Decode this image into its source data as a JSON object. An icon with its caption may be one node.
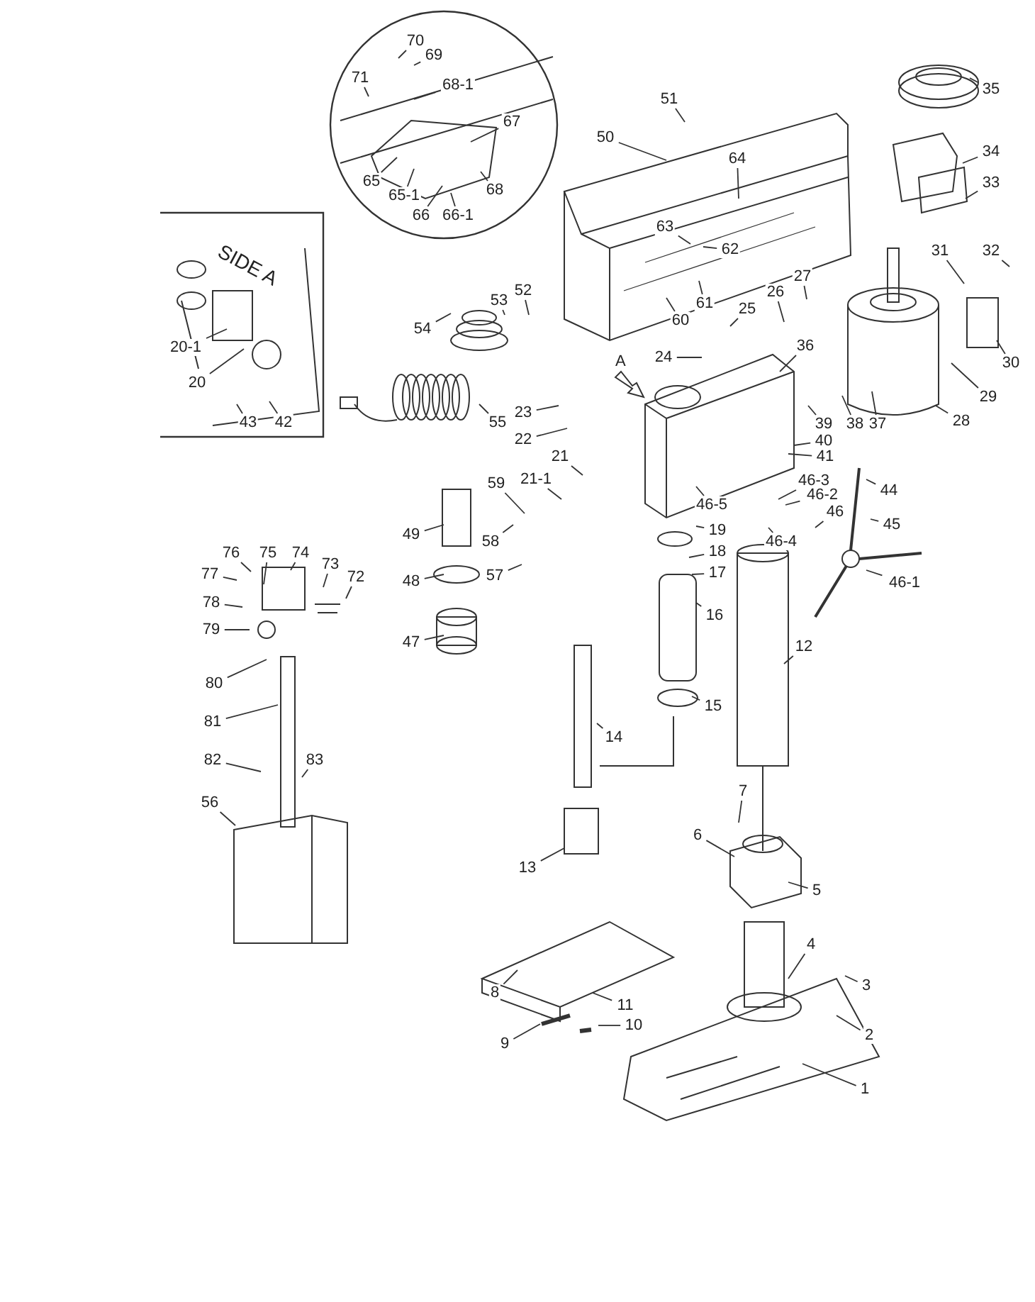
{
  "diagram": {
    "nodes": [
      {
        "text": [
          "70"
        ]
      },
      {
        "text": [
          "69"
        ]
      },
      {
        "text": [
          "71"
        ]
      },
      {
        "text": [
          "68-1"
        ]
      },
      {
        "text": [
          "67"
        ]
      },
      {
        "text": [
          "65"
        ]
      },
      {
        "text": [
          "65-1"
        ]
      },
      {
        "text": [
          "66"
        ]
      },
      {
        "text": [
          "66-1"
        ]
      },
      {
        "text": [
          "68"
        ]
      },
      {
        "text": [
          "51"
        ]
      },
      {
        "text": [
          "50"
        ]
      },
      {
        "text": [
          "64"
        ]
      },
      {
        "text": [
          "63"
        ]
      },
      {
        "text": [
          "62"
        ]
      },
      {
        "text": [
          "61"
        ]
      },
      {
        "text": [
          "60"
        ]
      },
      {
        "text": [
          "35"
        ]
      },
      {
        "text": [
          "34"
        ]
      },
      {
        "text": [
          "33"
        ]
      },
      {
        "text": [
          "32"
        ]
      },
      {
        "text": [
          "31"
        ]
      },
      {
        "text": [
          "30"
        ]
      },
      {
        "text": [
          "29"
        ]
      },
      {
        "text": [
          "28"
        ]
      },
      {
        "text": [
          "27"
        ]
      },
      {
        "text": [
          "26"
        ]
      },
      {
        "text": [
          "25"
        ]
      },
      {
        "text": [
          "24"
        ]
      },
      {
        "text": [
          "36"
        ]
      },
      {
        "text": [
          "37"
        ]
      },
      {
        "text": [
          "38"
        ]
      },
      {
        "text": [
          "39"
        ]
      },
      {
        "text": [
          "40"
        ]
      },
      {
        "text": [
          "41"
        ]
      },
      {
        "text": [
          "52"
        ]
      },
      {
        "text": [
          "53"
        ]
      },
      {
        "text": [
          "54"
        ]
      },
      {
        "text": [
          "55"
        ]
      },
      {
        "text": [
          "20-1"
        ]
      },
      {
        "text": [
          "20"
        ]
      },
      {
        "text": [
          "43"
        ]
      },
      {
        "text": [
          "42"
        ]
      },
      {
        "text": [
          "23"
        ]
      },
      {
        "text": [
          "22"
        ]
      },
      {
        "text": [
          "21"
        ]
      },
      {
        "text": [
          "21-1"
        ]
      },
      {
        "text": [
          "59"
        ]
      },
      {
        "text": [
          "58"
        ]
      },
      {
        "text": [
          "57"
        ]
      },
      {
        "text": [
          "49"
        ]
      },
      {
        "text": [
          "48"
        ]
      },
      {
        "text": [
          "47"
        ]
      },
      {
        "text": [
          "76"
        ]
      },
      {
        "text": [
          "75"
        ]
      },
      {
        "text": [
          "74"
        ]
      },
      {
        "text": [
          "73"
        ]
      },
      {
        "text": [
          "72"
        ]
      },
      {
        "text": [
          "77"
        ]
      },
      {
        "text": [
          "78"
        ]
      },
      {
        "text": [
          "79"
        ]
      },
      {
        "text": [
          "80"
        ]
      },
      {
        "text": [
          "81"
        ]
      },
      {
        "text": [
          "82"
        ]
      },
      {
        "text": [
          "83"
        ]
      },
      {
        "text": [
          "56"
        ]
      },
      {
        "text": [
          "46-5"
        ]
      },
      {
        "text": [
          "19"
        ]
      },
      {
        "text": [
          "18"
        ]
      },
      {
        "text": [
          "17"
        ]
      },
      {
        "text": [
          "16"
        ]
      },
      {
        "text": [
          "15"
        ]
      },
      {
        "text": [
          "46-3"
        ]
      },
      {
        "text": [
          "46-2"
        ]
      },
      {
        "text": [
          "46"
        ]
      },
      {
        "text": [
          "46-4"
        ]
      },
      {
        "text": [
          "44"
        ]
      },
      {
        "text": [
          "45"
        ]
      },
      {
        "text": [
          "46-1"
        ]
      },
      {
        "text": [
          "12"
        ]
      },
      {
        "text": [
          "14"
        ]
      },
      {
        "text": [
          "13"
        ]
      },
      {
        "text": [
          "7"
        ]
      },
      {
        "text": [
          "6"
        ]
      },
      {
        "text": [
          "5"
        ]
      },
      {
        "text": [
          "4"
        ]
      },
      {
        "text": [
          "3"
        ]
      },
      {
        "text": [
          "2"
        ]
      },
      {
        "text": [
          "1"
        ]
      },
      {
        "text": [
          "8"
        ]
      },
      {
        "text": [
          "11"
        ]
      },
      {
        "text": [
          "10"
        ]
      },
      {
        "text": [
          "9"
        ]
      }
    ],
    "edges": [
      {
        "from": 0,
        "to": null,
        "arrow": "none"
      },
      {
        "from": 1,
        "to": null,
        "arrow": "none"
      },
      {
        "from": 2,
        "to": null,
        "arrow": "none"
      },
      {
        "from": 3,
        "to": null,
        "arrow": "none"
      },
      {
        "from": 4,
        "to": null,
        "arrow": "none"
      },
      {
        "from": 5,
        "to": null,
        "arrow": "none"
      },
      {
        "from": 6,
        "to": null,
        "arrow": "none"
      },
      {
        "from": 7,
        "to": null,
        "arrow": "none"
      },
      {
        "from": 8,
        "to": null,
        "arrow": "none"
      },
      {
        "from": 9,
        "to": null,
        "arrow": "none"
      },
      {
        "from": 10,
        "to": null,
        "arrow": "none"
      },
      {
        "from": 11,
        "to": null,
        "arrow": "none"
      },
      {
        "from": 12,
        "to": null,
        "arrow": "none"
      },
      {
        "from": 13,
        "to": null,
        "arrow": "none"
      },
      {
        "from": 14,
        "to": null,
        "arrow": "none"
      },
      {
        "from": 15,
        "to": null,
        "arrow": "none"
      },
      {
        "from": 16,
        "to": null,
        "arrow": "none"
      },
      {
        "from": 17,
        "to": null,
        "arrow": "none"
      },
      {
        "from": 18,
        "to": null,
        "arrow": "none"
      },
      {
        "from": 19,
        "to": null,
        "arrow": "none"
      },
      {
        "from": 20,
        "to": null,
        "arrow": "none"
      },
      {
        "from": 21,
        "to": null,
        "arrow": "none"
      },
      {
        "from": 22,
        "to": null,
        "arrow": "none"
      },
      {
        "from": 23,
        "to": null,
        "arrow": "none"
      },
      {
        "from": 24,
        "to": null,
        "arrow": "none"
      },
      {
        "from": 25,
        "to": null,
        "arrow": "none"
      },
      {
        "from": 26,
        "to": null,
        "arrow": "none"
      },
      {
        "from": 27,
        "to": null,
        "arrow": "none"
      },
      {
        "from": 28,
        "to": null,
        "arrow": "none"
      },
      {
        "from": 29,
        "to": null,
        "arrow": "none"
      },
      {
        "from": 30,
        "to": null,
        "arrow": "none"
      },
      {
        "from": 31,
        "to": null,
        "arrow": "none"
      },
      {
        "from": 32,
        "to": null,
        "arrow": "none"
      },
      {
        "from": 33,
        "to": null,
        "arrow": "none"
      },
      {
        "from": 34,
        "to": null,
        "arrow": "none"
      },
      {
        "from": 35,
        "to": null,
        "arrow": "none"
      },
      {
        "from": 36,
        "to": null,
        "arrow": "none"
      },
      {
        "from": 37,
        "to": null,
        "arrow": "none"
      },
      {
        "from": 38,
        "to": null,
        "arrow": "none"
      },
      {
        "from": 39,
        "to": null,
        "arrow": "none"
      },
      {
        "from": 40,
        "to": null,
        "arrow": "none"
      },
      {
        "from": 41,
        "to": null,
        "arrow": "none"
      },
      {
        "from": 42,
        "to": null,
        "arrow": "none"
      },
      {
        "from": 43,
        "to": null,
        "arrow": "none"
      },
      {
        "from": 44,
        "to": null,
        "arrow": "none"
      },
      {
        "from": 45,
        "to": null,
        "arrow": "none"
      },
      {
        "from": 46,
        "to": null,
        "arrow": "none"
      },
      {
        "from": 47,
        "to": null,
        "arrow": "none"
      },
      {
        "from": 48,
        "to": null,
        "arrow": "none"
      },
      {
        "from": 49,
        "to": null,
        "arrow": "none"
      },
      {
        "from": 50,
        "to": null,
        "arrow": "none"
      },
      {
        "from": 51,
        "to": null,
        "arrow": "none"
      },
      {
        "from": 52,
        "to": null,
        "arrow": "none"
      },
      {
        "from": 53,
        "to": null,
        "arrow": "none"
      },
      {
        "from": 54,
        "to": null,
        "arrow": "none"
      },
      {
        "from": 55,
        "to": null,
        "arrow": "none"
      },
      {
        "from": 56,
        "to": null,
        "arrow": "none"
      },
      {
        "from": 57,
        "to": null,
        "arrow": "none"
      },
      {
        "from": 58,
        "to": null,
        "arrow": "none"
      },
      {
        "from": 59,
        "to": null,
        "arrow": "none"
      },
      {
        "from": 60,
        "to": null,
        "arrow": "none"
      },
      {
        "from": 61,
        "to": null,
        "arrow": "none"
      },
      {
        "from": 62,
        "to": null,
        "arrow": "none"
      },
      {
        "from": 63,
        "to": null,
        "arrow": "none"
      },
      {
        "from": 64,
        "to": null,
        "arrow": "none"
      },
      {
        "from": 65,
        "to": null,
        "arrow": "none"
      },
      {
        "from": 66,
        "to": null,
        "arrow": "none"
      },
      {
        "from": 67,
        "to": null,
        "arrow": "none"
      },
      {
        "from": 68,
        "to": null,
        "arrow": "none"
      },
      {
        "from": 69,
        "to": null,
        "arrow": "none"
      },
      {
        "from": 70,
        "to": null,
        "arrow": "none"
      },
      {
        "from": 71,
        "to": null,
        "arrow": "none"
      },
      {
        "from": 72,
        "to": null,
        "arrow": "none"
      },
      {
        "from": 73,
        "to": null,
        "arrow": "none"
      },
      {
        "from": 74,
        "to": null,
        "arrow": "none"
      },
      {
        "from": 75,
        "to": null,
        "arrow": "none"
      },
      {
        "from": 76,
        "to": null,
        "arrow": "none"
      },
      {
        "from": 77,
        "to": null,
        "arrow": "none"
      },
      {
        "from": 78,
        "to": null,
        "arrow": "none"
      },
      {
        "from": 79,
        "to": null,
        "arrow": "none"
      },
      {
        "from": 80,
        "to": null,
        "arrow": "none"
      },
      {
        "from": 81,
        "to": null,
        "arrow": "none"
      },
      {
        "from": 82,
        "to": null,
        "arrow": "none"
      },
      {
        "from": 83,
        "to": null,
        "arrow": "none"
      },
      {
        "from": 84,
        "to": null,
        "arrow": "none"
      },
      {
        "from": 85,
        "to": null,
        "arrow": "none"
      },
      {
        "from": 86,
        "to": null,
        "arrow": "none"
      },
      {
        "from": 87,
        "to": null,
        "arrow": "none"
      },
      {
        "from": 88,
        "to": null,
        "arrow": "none"
      },
      {
        "from": 89,
        "to": null,
        "arrow": "none"
      },
      {
        "from": 90,
        "to": null,
        "arrow": "none"
      },
      {
        "from": 91,
        "to": null,
        "arrow": "none"
      },
      {
        "from": 92,
        "to": null,
        "arrow": "none"
      }
    ],
    "labels": [
      "SIDE A",
      "A"
    ]
  }
}
